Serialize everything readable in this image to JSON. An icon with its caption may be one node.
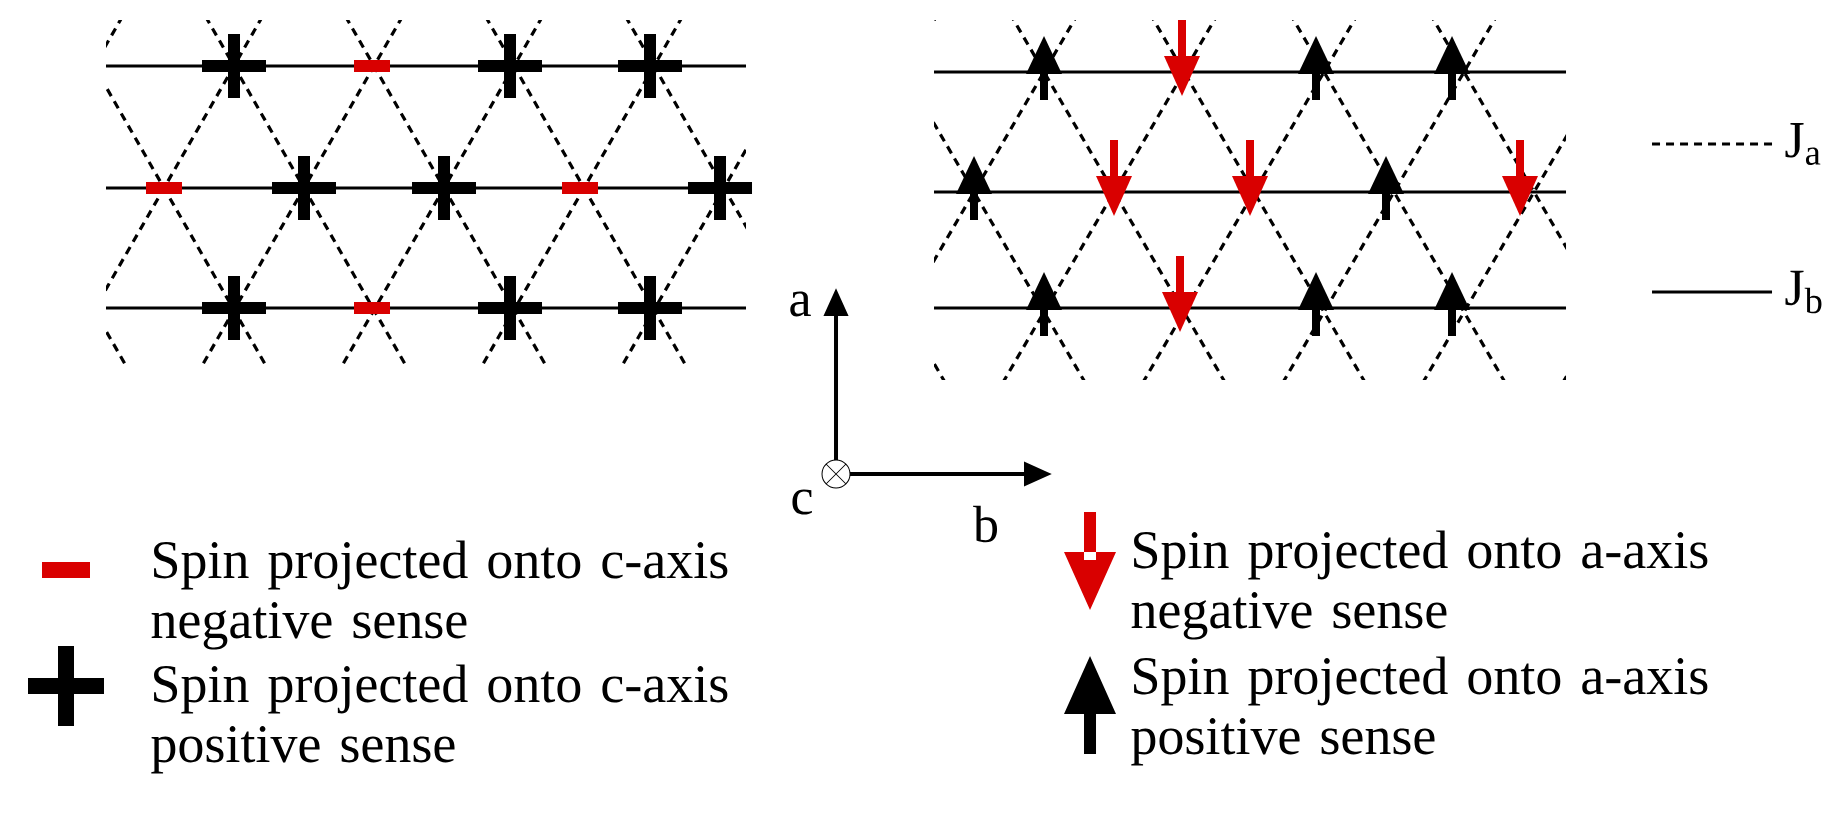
{
  "diagram": {
    "labels": [
      "a",
      "c",
      "b"
    ],
    "legend": [
      {
        "text": "J$_{a}$"
      },
      {
        "text": "J$_{b}$"
      },
      {
        "text": "Spin projected onto c-axis negative sense"
      },
      {
        "text": "Spin projected onto c-axis positive sense"
      },
      {
        "text": "Spin projected onto a-axis negative sense"
      },
      {
        "text": "Spin projected onto a-axis positive sense"
      }
    ]
  }
}
